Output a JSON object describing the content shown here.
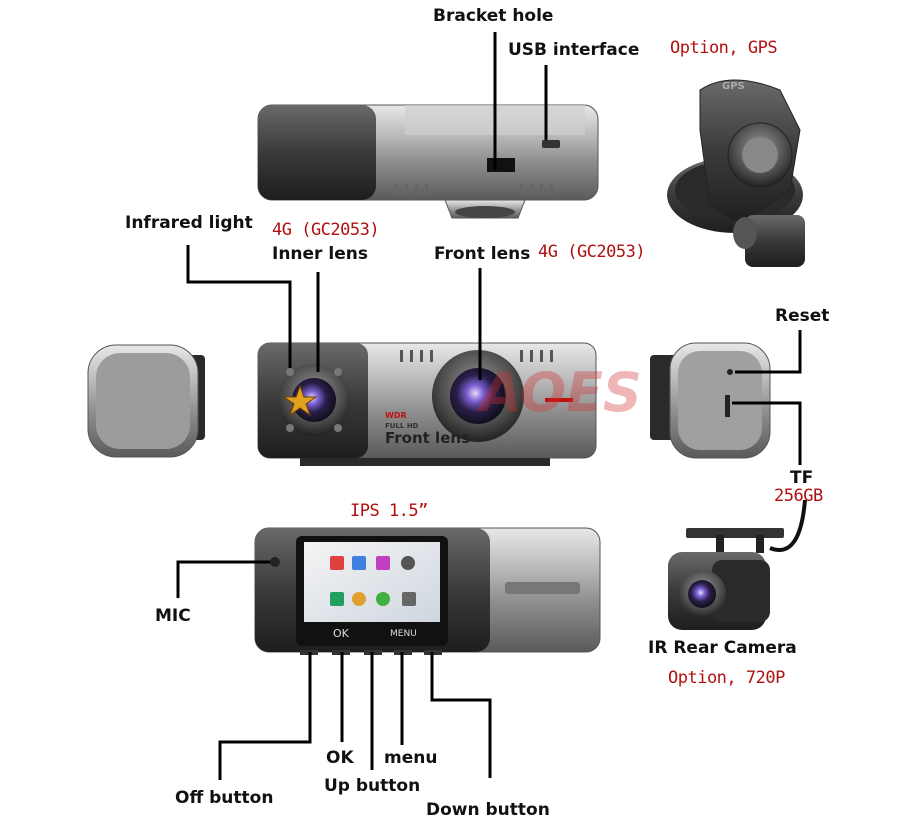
{
  "labels": {
    "bracket_hole": "Bracket hole",
    "usb_interface": "USB interface",
    "option_gps": "Option, GPS",
    "gps_mark": "GPS",
    "infrared_light": "Infrared light",
    "inner_sensor": "4G (GC2053)",
    "inner_lens": "Inner lens",
    "front_lens": "Front lens",
    "front_sensor": "4G (GC2053)",
    "reset": "Reset",
    "tf": "TF",
    "tf_capacity": "256GB",
    "ips": "IPS 1.5”",
    "mic": "MIC",
    "ir_rear_camera": "IR Rear Camera",
    "rear_option": "Option, 720P",
    "off_button": "Off button",
    "ok": "OK",
    "menu": "menu",
    "up_button": "Up button",
    "down_button": "Down button"
  },
  "device": {
    "wdr_mark": "WDR",
    "fullhd_mark": "FULL HD",
    "lens_mark": "Front lens",
    "watermark": "AOES",
    "screen_ok": "OK",
    "screen_menu": "MENU"
  },
  "colors": {
    "label": "#111111",
    "accent_red": "#b01010",
    "body_silver": "#b4b4b4",
    "body_dark": "#3a3a3a"
  }
}
